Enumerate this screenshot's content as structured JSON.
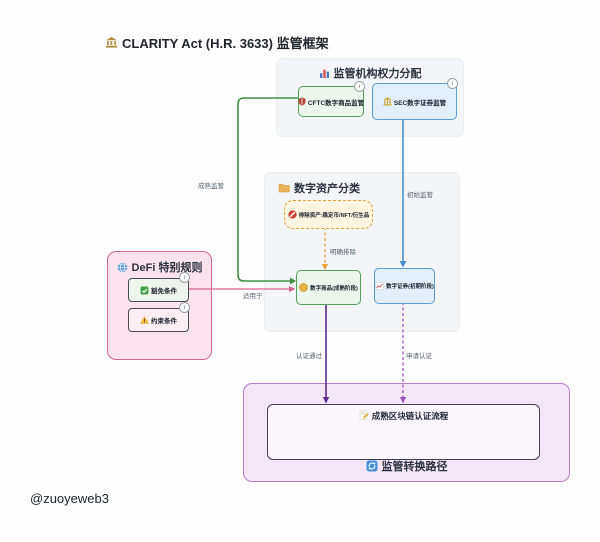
{
  "title": "CLARITY Act (H.R. 3633) 监管框架",
  "footer": "@zuoyeweb3",
  "info_badge": "i",
  "containers": {
    "authority": {
      "title": "监管机构权力分配"
    },
    "classification": {
      "title": "数字资产分类"
    },
    "defi": {
      "title": "DeFi 特别规则"
    },
    "transition": {
      "title": "监管转换路径",
      "inner_box": "成熟区块链认证流程"
    }
  },
  "nodes": {
    "cftc": {
      "label": "CFTC数字商品监管",
      "border": "#57a05c"
    },
    "sec": {
      "label": "SEC数字证券监管",
      "border": "#5b9bd5"
    },
    "excluded": {
      "label": "排除资产:稳定币/NFT/衍生品",
      "border": "#e8a33d"
    },
    "commodity": {
      "label": "数字商品(成熟阶段)",
      "border": "#57a05c"
    },
    "security": {
      "label": "数字证券(初期阶段)",
      "border": "#5b9bd5"
    },
    "exemption": {
      "label": "豁免条件"
    },
    "constraint": {
      "label": "约束条件"
    }
  },
  "edges": {
    "mature": {
      "label": "成熟监管",
      "color": "#3f9142",
      "style": "solid"
    },
    "initial": {
      "label": "初始监管",
      "color": "#4a90d9",
      "style": "solid"
    },
    "exclude": {
      "label": "明确排除",
      "color": "#e8a33d",
      "style": "dashed"
    },
    "applies": {
      "label": "适用于",
      "color": "#d9638f",
      "style": "solid"
    },
    "certified": {
      "label": "认证通过",
      "color": "#5e2b8e",
      "style": "solid"
    },
    "apply": {
      "label": "申请认证",
      "color": "#a356c2",
      "style": "dashed"
    }
  },
  "icons": {
    "title": "building-icon",
    "authority": "bar-chart-icon",
    "cftc": "shield-icon",
    "sec": "bank-icon",
    "classification": "folder-icon",
    "excluded": "no-entry-icon",
    "commodity": "coin-icon",
    "security": "chart-up-icon",
    "defi": "globe-icon",
    "exemption": "check-icon",
    "constraint": "warning-icon",
    "inner_box": "memo-icon",
    "transition": "cycle-icon"
  },
  "colors": {
    "container_gray": "#f4f5f8",
    "defi_pink_bg": "#fae3ed",
    "defi_pink_border": "#d9638f",
    "transition_purple_bg": "#f3e6f6",
    "transition_purple_border": "#b87fc9",
    "green_node_bg": "#edf6ed",
    "blue_node_bg": "#e2effb",
    "excluded_bg": "#fdf5e1"
  }
}
